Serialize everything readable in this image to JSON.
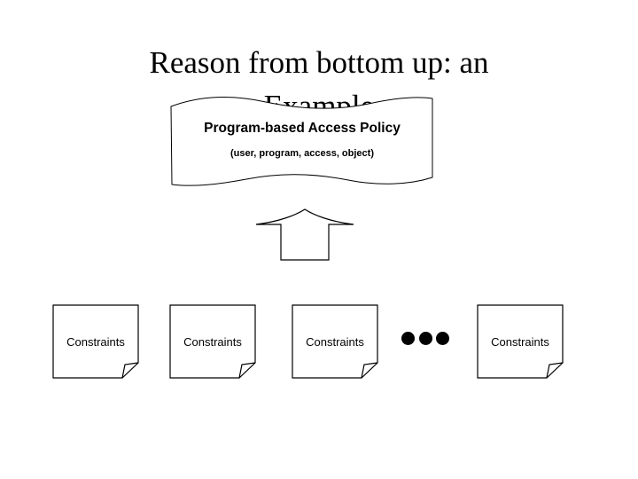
{
  "slide": {
    "title": "Reason from bottom up: an\nExample",
    "background_color": "#ffffff",
    "ink_color": "#000000"
  },
  "policy_shape": {
    "shape": "wave",
    "title": "Program-based Access Policy",
    "subtitle": "(user, program, access, object)"
  },
  "arrow": {
    "shape": "up-arrow",
    "direction": "up"
  },
  "ellipsis": {
    "glyph": "•",
    "count": 3
  },
  "notes": [
    {
      "label": "Constraints"
    },
    {
      "label": "Constraints"
    },
    {
      "label": "Constraints"
    },
    {
      "label": "Constraints"
    }
  ]
}
